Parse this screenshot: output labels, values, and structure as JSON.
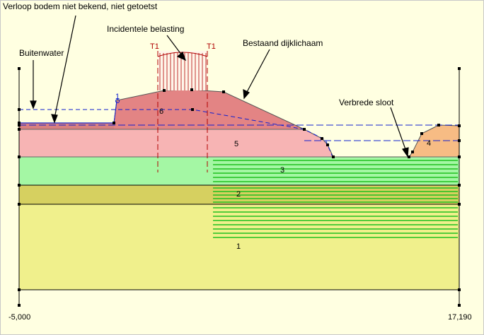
{
  "annotations": {
    "verloop": "Verloop bodem niet bekend, niet getoetst",
    "incidentele": "Incidentele belasting",
    "bestaand": "Bestaand dijklichaam",
    "buitenwater": "Buitenwater",
    "verbrede": "Verbrede sloot"
  },
  "axis": {
    "x_left": "-5,000",
    "x_right": "17,190"
  },
  "layers": {
    "l1": "1",
    "l2": "2",
    "l3": "3",
    "l4": "4",
    "l5": "5",
    "l6": "6"
  },
  "load_markers": {
    "left": "T1",
    "right": "T1"
  },
  "point_label": "1",
  "colors": {
    "background": "#ffffe1",
    "layer1": "#f0f08c",
    "layer2": "#d6d060",
    "layer3": "#a4f7a4",
    "layer4": "#f7bc84",
    "layer5": "#f7b4b4",
    "layer6": "#e38484",
    "hatch": "#1fc01f",
    "phreatic": "#1020d0",
    "load": "#b00000"
  }
}
